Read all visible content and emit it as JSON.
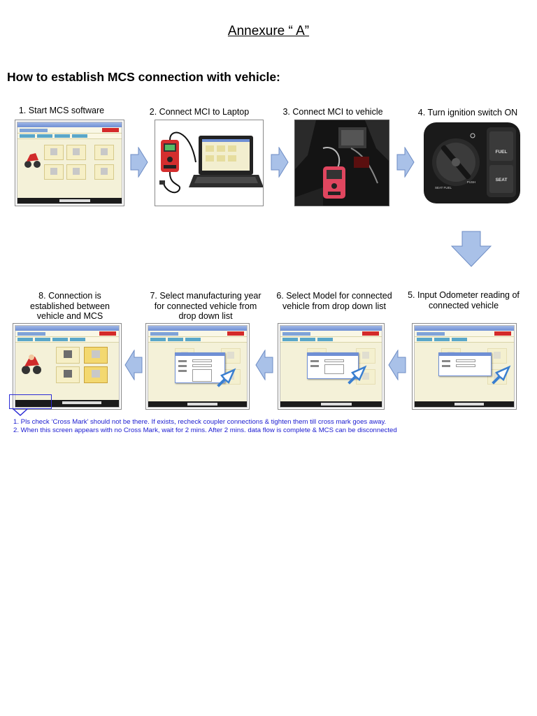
{
  "header": {
    "annex_title": "Annexure “ A”",
    "heading": "How to establish MCS connection with vehicle:"
  },
  "steps": {
    "s1": "1. Start MCS software",
    "s2": "2. Connect MCI to Laptop",
    "s3": "3. Connect MCI to vehicle",
    "s4": "4. Turn ignition switch ON",
    "s5": "5. Input Odometer reading of connected vehicle",
    "s6": "6. Select Model for connected vehicle from drop down list",
    "s7": "7. Select manufacturing year for connected vehicle from drop down list",
    "s8": "8. Connection is established between vehicle and MCS"
  },
  "switch_labels": {
    "fuel": "FUEL",
    "seat": "SEAT",
    "seat_fuel": "SEAT FUEL",
    "push": "PUSH"
  },
  "notes": {
    "n1": "1. Pls check ‘Cross Mark’ should not be there. If exists, recheck coupler connections & tighten them till cross mark goes away.",
    "n2": "2. When this screen appears with no Cross Mark, wait for 2 mins. After 2 mins. data flow is complete & MCS can be disconnected"
  },
  "colors": {
    "arrow_fill": "#a9c1e8",
    "arrow_stroke": "#6d8cc4",
    "note_text": "#1a1ad0"
  },
  "icons": [
    "arrow-right-icon",
    "arrow-down-icon",
    "arrow-left-icon",
    "mouse-cursor-icon"
  ]
}
